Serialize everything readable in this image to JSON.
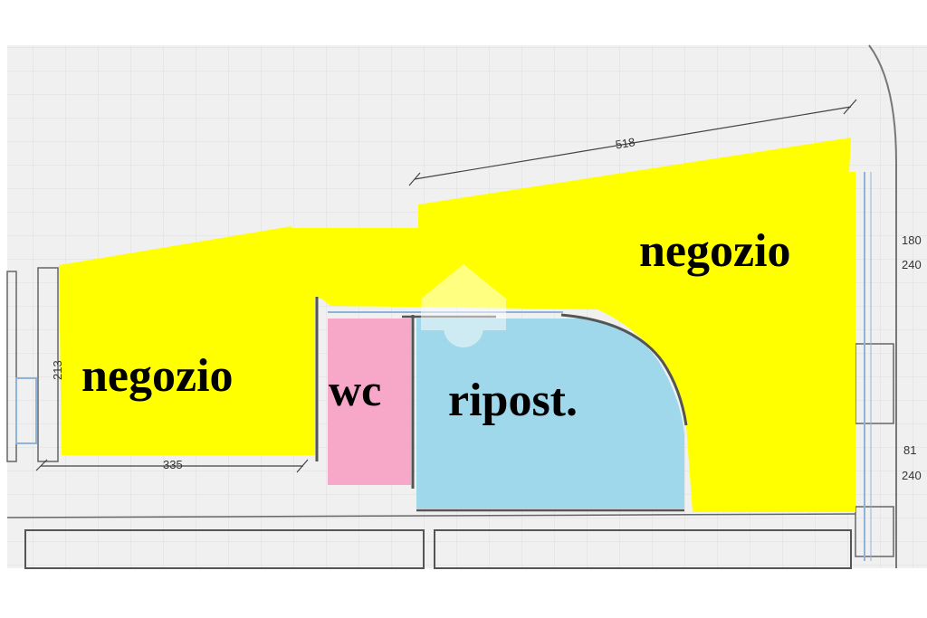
{
  "floor_plan": {
    "colors": {
      "negozio": "#ffff00",
      "wc": "#f7a8c8",
      "ripostiglio": "#9ed8ea",
      "paper": "#f1f1f1",
      "grid": "#dadada",
      "walls": "#555555",
      "window": "#8fb3d9"
    },
    "rooms": {
      "negozio_left": "negozio",
      "negozio_right": "negozio",
      "wc": "wc",
      "ripostiglio": "ripost."
    },
    "dimensions": {
      "top_wall": "518",
      "left_height": "213",
      "left_bottom": "335",
      "right_upper_a": "180",
      "right_upper_b": "240",
      "right_lower_a": "81",
      "right_lower_b": "240"
    }
  }
}
